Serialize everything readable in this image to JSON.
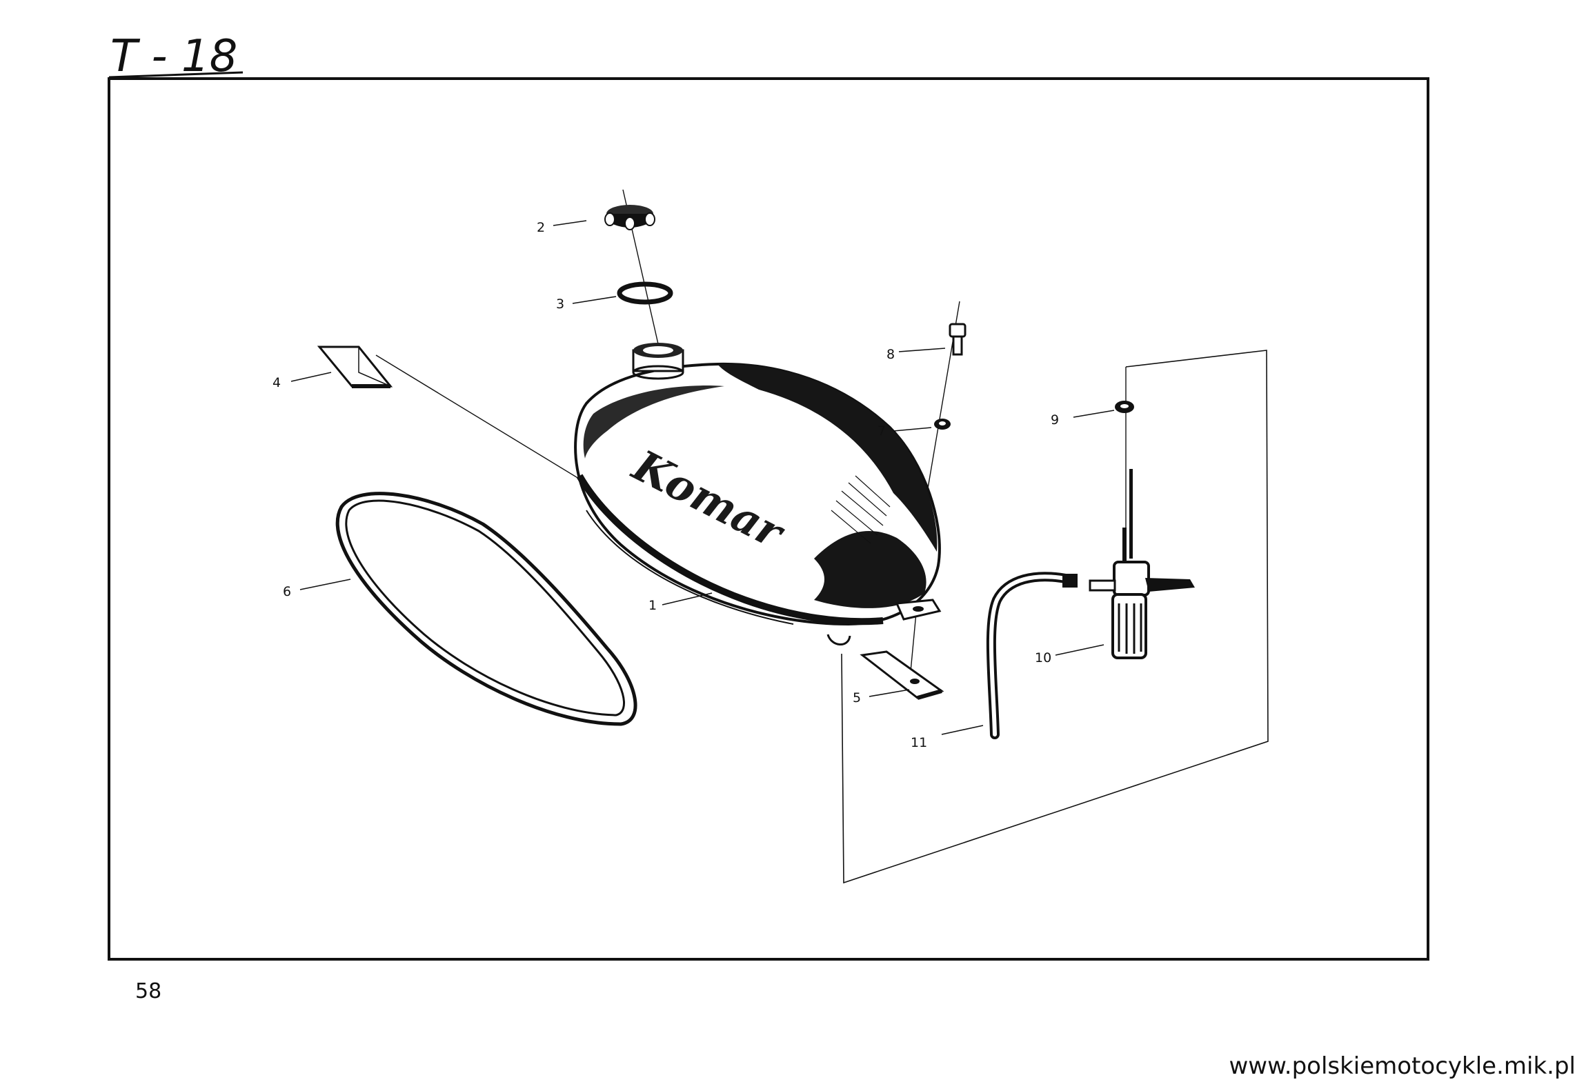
{
  "sheet": {
    "title": "T - 18",
    "page_number": "58",
    "website": "www.polskiemotocykle.mik.pl"
  },
  "tank": {
    "brand": "Komar"
  },
  "parts": [
    {
      "id": "1",
      "label": "1"
    },
    {
      "id": "2",
      "label": "2"
    },
    {
      "id": "3",
      "label": "3"
    },
    {
      "id": "4",
      "label": "4"
    },
    {
      "id": "5",
      "label": "5"
    },
    {
      "id": "6",
      "label": "6"
    },
    {
      "id": "7",
      "label": "7"
    },
    {
      "id": "8",
      "label": "8"
    },
    {
      "id": "9",
      "label": "9"
    },
    {
      "id": "10",
      "label": "10"
    },
    {
      "id": "11",
      "label": "11"
    }
  ],
  "colors": {
    "ink": "#111111",
    "paper": "#ffffff"
  }
}
